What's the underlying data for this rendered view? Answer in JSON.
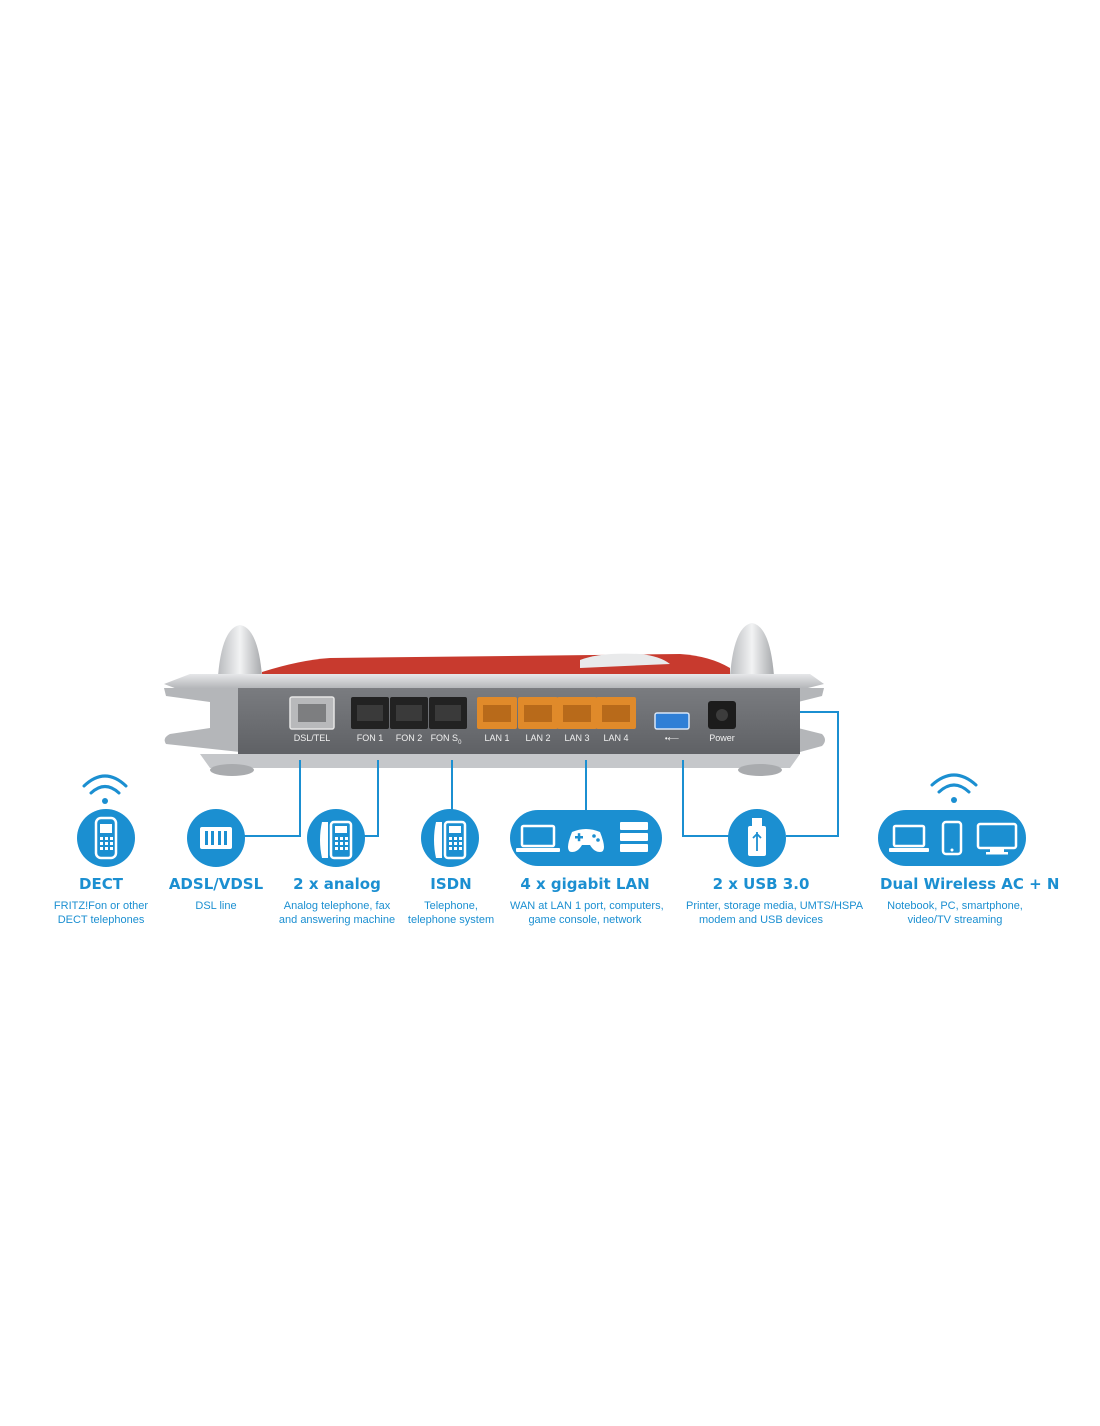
{
  "ports": {
    "dsl": "DSL/TEL",
    "fon1": "FON 1",
    "fon2": "FON 2",
    "fons0_main": "FON S",
    "fons0_sub": "0",
    "lan1": "LAN 1",
    "lan2": "LAN 2",
    "lan3": "LAN 3",
    "lan4": "LAN 4",
    "usb_symbol": "•⟵",
    "power": "Power"
  },
  "features": [
    {
      "title": "DECT",
      "line1": "FRITZ!Fon or other",
      "line2": "DECT telephones",
      "icon": "dect-handset-icon"
    },
    {
      "title": "ADSL/VDSL",
      "line1": "DSL line",
      "line2": "",
      "icon": "dsl-filter-icon"
    },
    {
      "title": "2 x analog",
      "line1": "Analog telephone, fax",
      "line2": "and answering machine",
      "icon": "analog-phone-icon"
    },
    {
      "title": "ISDN",
      "line1": "Telephone,",
      "line2": "telephone system",
      "icon": "isdn-phone-icon"
    },
    {
      "title": "4 x gigabit LAN",
      "line1": "WAN at LAN 1 port, computers,",
      "line2": "game console, network",
      "icon": "lan-devices-icon"
    },
    {
      "title": "2 x USB 3.0",
      "line1": "Printer, storage media, UMTS/HSPA",
      "line2": "modem and USB devices",
      "icon": "usb-stick-icon"
    },
    {
      "title": "Dual Wireless AC + N",
      "line1": "Notebook, PC, smartphone,",
      "line2": "video/TV streaming",
      "icon": "wireless-devices-icon"
    }
  ],
  "colors": {
    "accent": "#1b8fd1",
    "router_body": "#6f7174",
    "router_silver": "#c9cacc",
    "router_red": "#c83a2e",
    "lan_port": "#e08a2a",
    "usb_port": "#2f7fd6",
    "fon_port": "#222222"
  }
}
